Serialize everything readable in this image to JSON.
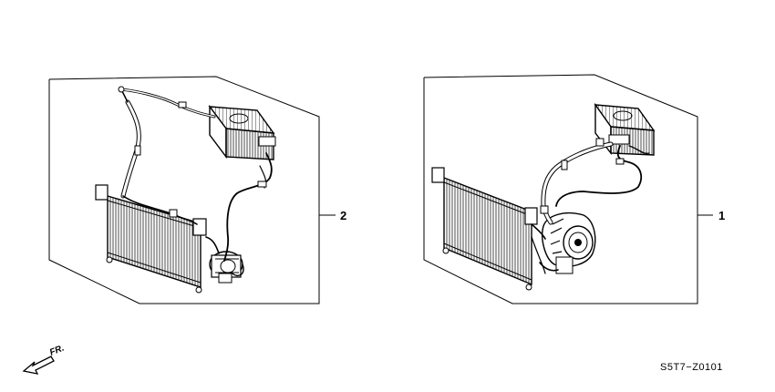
{
  "diagram": {
    "kit_left": {
      "callout": "2"
    },
    "kit_right": {
      "callout": "1"
    },
    "front_indicator": {
      "label": "FR."
    },
    "diagram_code": "S5T7−Z0101"
  }
}
